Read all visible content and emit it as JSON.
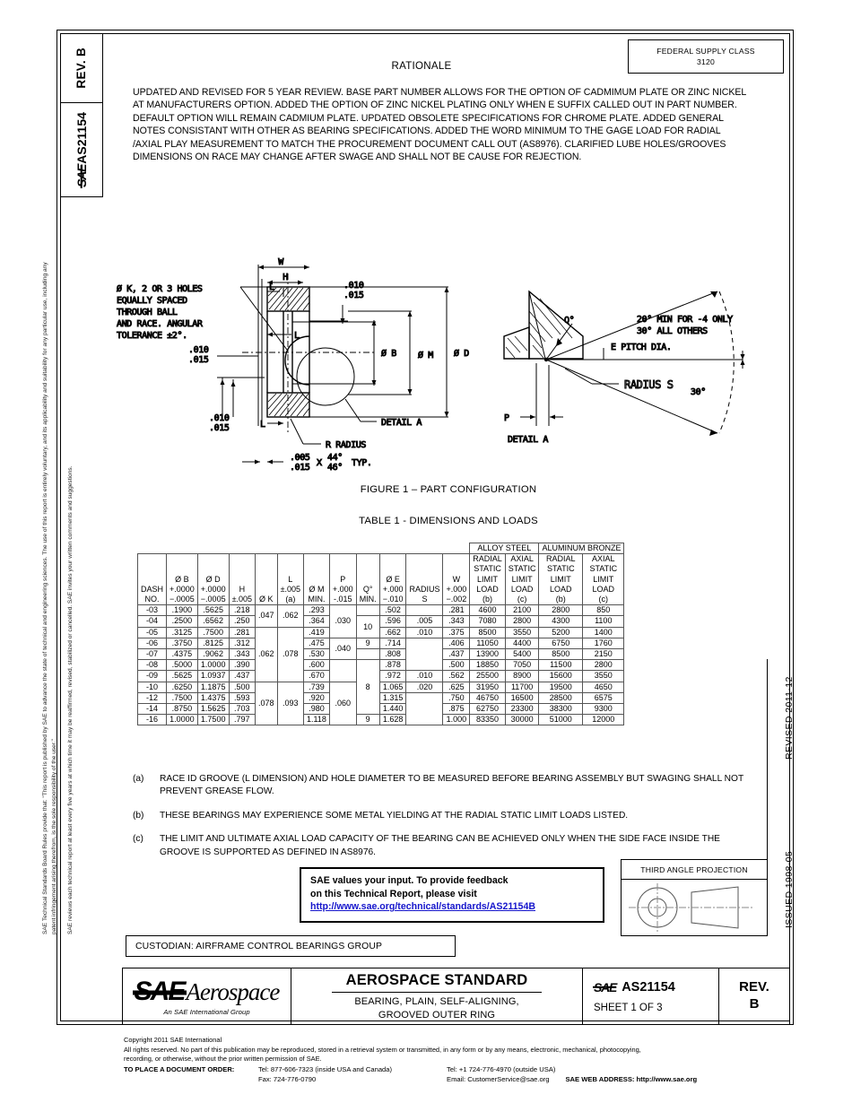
{
  "left_margin": {
    "legal_paragraphs": [
      "SAE Technical Standards Board Rules provide that: \"This report is published by SAE to advance the state of technical and engineering sciences. The use of this report is entirely voluntary, and its applicability and suitability for any particular use, including any patent infringement arising therefrom, is the sole responsibility of the user.\"",
      "SAE reviews each technical report at least every five years at which time it may be reaffirmed, revised, stabilized or cancelled. SAE invites your written comments and suggestions."
    ],
    "rev_label": "REV.",
    "rev_value": "B",
    "sae_mark": "SAE",
    "doc_number": "AS21154"
  },
  "right_margin": {
    "revised": "REVISED 2011-12",
    "issued": "ISSUED 1998-05"
  },
  "header": {
    "fsc_label": "FEDERAL SUPPLY CLASS",
    "fsc_value": "3120",
    "rationale_title": "RATIONALE",
    "rationale_text": "UPDATED AND REVISED FOR 5 YEAR REVIEW.  BASE PART NUMBER ALLOWS FOR THE OPTION OF CADMIMUM PLATE OR ZINC NICKEL AT MANUFACTURERS OPTION.  ADDED THE OPTION OF ZINC NICKEL PLATING ONLY WHEN E SUFFIX CALLED OUT IN PART NUMBER.  DEFAULT OPTION WILL REMAIN CADMIUM PLATE.  UPDATED OBSOLETE SPECIFICATIONS FOR CHROME PLATE.  ADDED GENERAL NOTES CONSISTANT WITH OTHER AS BEARING SPECIFICATIONS.  ADDED THE WORD MINIMUM TO THE GAGE LOAD FOR RADIAL /AXIAL PLAY MEASUREMENT TO MATCH THE PROCUREMENT DOCUMENT CALL OUT (AS8976).   CLARIFIED LUBE HOLES/GROOVES DIMENSIONS ON RACE MAY CHANGE AFTER SWAGE AND SHALL NOT BE CAUSE FOR REJECTION."
  },
  "drawing": {
    "note_k_holes": [
      "Ø K, 2 OR 3 HOLES",
      "EQUALLY SPACED",
      "THROUGH BALL",
      "AND RACE. ANGULAR",
      "TOLERANCE ±2°."
    ],
    "dim_w": "W",
    "dim_h": "H",
    "dim_l": "L",
    "dim_l2": "L",
    "dim_l3": "L",
    "tol_top": ".010",
    "tol_top2": ".015",
    "tol_left": ".010",
    "tol_left2": ".015",
    "tol_bottom": ".010",
    "tol_bottom2": ".015",
    "dim_b": "Ø B",
    "dim_m": "Ø M",
    "dim_d": "Ø D",
    "detail_a": "DETAIL A",
    "r_radius": "R RADIUS",
    "chamfer_1": ".005",
    "chamfer_2": ".015",
    "chamfer_x": "X",
    "chamfer_a1": "44°",
    "chamfer_a2": "46°",
    "chamfer_typ": "TYP.",
    "detail_q": "Q°",
    "detail_note1": "20° MIN FOR -4 ONLY",
    "detail_note2": "30° ALL OTHERS",
    "detail_pitch": "E PITCH DIA.",
    "detail_radius_s": "RADIUS S",
    "detail_30": "30°",
    "detail_p": "P",
    "detail_a_label": "DETAIL A"
  },
  "captions": {
    "figure": "FIGURE 1 – PART CONFIGURATION",
    "table": "TABLE 1 - DIMENSIONS AND LOADS"
  },
  "table": {
    "group_headers": [
      {
        "label": "ALLOY STEEL",
        "span": 2
      },
      {
        "label": "ALUMINUM BRONZE",
        "span": 2
      }
    ],
    "columns": [
      {
        "lines": [
          "DASH",
          "NO."
        ]
      },
      {
        "lines": [
          "Ø B",
          "+.0000",
          "−.0005"
        ]
      },
      {
        "lines": [
          "Ø D",
          "+.0000",
          "−.0005"
        ]
      },
      {
        "lines": [
          "H",
          "±.005"
        ]
      },
      {
        "lines": [
          "Ø K"
        ]
      },
      {
        "lines": [
          "L",
          "±.005",
          "(a)"
        ]
      },
      {
        "lines": [
          "Ø M",
          "MIN."
        ]
      },
      {
        "lines": [
          "P",
          "+.000",
          "-.015"
        ]
      },
      {
        "lines": [
          "Q°",
          "MIN."
        ]
      },
      {
        "lines": [
          "Ø E",
          "+.000",
          "−.010"
        ]
      },
      {
        "lines": [
          "RADIUS",
          "S"
        ]
      },
      {
        "lines": [
          "W",
          "+.000",
          "−.002"
        ]
      },
      {
        "lines": [
          "RADIAL",
          "STATIC",
          "LIMIT",
          "LOAD",
          "(b)"
        ]
      },
      {
        "lines": [
          "AXIAL",
          "STATIC",
          "LIMIT",
          "LOAD",
          "(c)"
        ]
      },
      {
        "lines": [
          "RADIAL",
          "STATIC",
          "LIMIT",
          "LOAD",
          "(b)"
        ]
      },
      {
        "lines": [
          "AXIAL",
          "STATIC",
          "LIMIT",
          "LOAD",
          "(c)"
        ]
      }
    ],
    "rows": [
      {
        "dash": "-03",
        "b": ".1900",
        "d": ".5625",
        "h": ".218",
        "m": ".293",
        "e": ".502",
        "w": ".281",
        "as_rad": "4600",
        "as_ax": "2100",
        "ab_rad": "2800",
        "ab_ax": "850"
      },
      {
        "dash": "-04",
        "b": ".2500",
        "d": ".6562",
        "h": ".250",
        "m": ".364",
        "e": ".596",
        "w": ".343",
        "as_rad": "7080",
        "as_ax": "2800",
        "ab_rad": "4300",
        "ab_ax": "1100"
      },
      {
        "dash": "-05",
        "b": ".3125",
        "d": ".7500",
        "h": ".281",
        "m": ".419",
        "e": ".662",
        "w": ".375",
        "as_rad": "8500",
        "as_ax": "3550",
        "ab_rad": "5200",
        "ab_ax": "1400"
      },
      {
        "dash": "-06",
        "b": ".3750",
        "d": ".8125",
        "h": ".312",
        "m": ".475",
        "e": ".714",
        "w": ".406",
        "as_rad": "11050",
        "as_ax": "4400",
        "ab_rad": "6750",
        "ab_ax": "1760"
      },
      {
        "dash": "-07",
        "b": ".4375",
        "d": ".9062",
        "h": ".343",
        "m": ".530",
        "e": ".808",
        "w": ".437",
        "as_rad": "13900",
        "as_ax": "5400",
        "ab_rad": "8500",
        "ab_ax": "2150"
      },
      {
        "dash": "-08",
        "b": ".5000",
        "d": "1.0000",
        "h": ".390",
        "m": ".600",
        "e": ".878",
        "w": ".500",
        "as_rad": "18850",
        "as_ax": "7050",
        "ab_rad": "11500",
        "ab_ax": "2800"
      },
      {
        "dash": "-09",
        "b": ".5625",
        "d": "1.0937",
        "h": ".437",
        "m": ".670",
        "e": ".972",
        "w": ".562",
        "as_rad": "25500",
        "as_ax": "8900",
        "ab_rad": "15600",
        "ab_ax": "3550"
      },
      {
        "dash": "-10",
        "b": ".6250",
        "d": "1.1875",
        "h": ".500",
        "m": ".739",
        "e": "1.065",
        "w": ".625",
        "as_rad": "31950",
        "as_ax": "11700",
        "ab_rad": "19500",
        "ab_ax": "4650"
      },
      {
        "dash": "-12",
        "b": ".7500",
        "d": "1.4375",
        "h": ".593",
        "m": ".920",
        "e": "1.315",
        "w": ".750",
        "as_rad": "46750",
        "as_ax": "16500",
        "ab_rad": "28500",
        "ab_ax": "6575"
      },
      {
        "dash": "-14",
        "b": ".8750",
        "d": "1.5625",
        "h": ".703",
        "m": ".980",
        "e": "1.440",
        "w": ".875",
        "as_rad": "62750",
        "as_ax": "23300",
        "ab_rad": "38300",
        "ab_ax": "9300"
      },
      {
        "dash": "-16",
        "b": "1.0000",
        "d": "1.7500",
        "h": ".797",
        "m": "1.118",
        "e": "1.628",
        "w": "1.000",
        "as_rad": "83350",
        "as_ax": "30000",
        "ab_rad": "51000",
        "ab_ax": "12000"
      }
    ],
    "merged": {
      "k": [
        {
          "value": ".047",
          "rows": 2
        },
        {
          "value": ".062",
          "rows": 5
        },
        {
          "value": ".078",
          "rows": 4
        }
      ],
      "l": [
        {
          "value": ".062",
          "rows": 2
        },
        {
          "value": ".078",
          "rows": 5
        },
        {
          "value": ".093",
          "rows": 4
        }
      ],
      "p": [
        {
          "value": ".030",
          "rows": 3
        },
        {
          "value": ".040",
          "rows": 2
        },
        {
          "value": "",
          "rows": 2
        },
        {
          "value": ".060",
          "rows": 4
        }
      ],
      "q": [
        {
          "value": "",
          "rows": 1
        },
        {
          "value": "10",
          "rows": 2
        },
        {
          "value": "9",
          "rows": 1
        },
        {
          "value": "",
          "rows": 1
        },
        {
          "value": "8",
          "rows": 5
        },
        {
          "value": "9",
          "rows": 1
        }
      ],
      "s": [
        {
          "value": "",
          "rows": 1
        },
        {
          "value": ".005",
          "rows": 1
        },
        {
          "value": ".010",
          "rows": 1
        },
        {
          "value": "",
          "rows": 3
        },
        {
          "value": ".010",
          "rows": 1
        },
        {
          "value": ".020",
          "rows": 1
        },
        {
          "value": "",
          "rows": 3
        }
      ]
    }
  },
  "notes": [
    {
      "label": "(a)",
      "text": "RACE ID GROOVE (L DIMENSION) AND HOLE DIAMETER TO BE MEASURED BEFORE BEARING ASSEMBLY BUT SWAGING SHALL NOT PREVENT GREASE FLOW."
    },
    {
      "label": "(b)",
      "text": "THESE BEARINGS MAY EXPERIENCE SOME METAL YIELDING AT THE RADIAL STATIC LIMIT LOADS LISTED."
    },
    {
      "label": "(c)",
      "text": "THE LIMIT AND ULTIMATE AXIAL LOAD CAPACITY OF THE BEARING CAN BE ACHIEVED ONLY WHEN THE SIDE FACE INSIDE THE GROOVE IS SUPPORTED AS DEFINED IN AS8976."
    }
  ],
  "feedback": {
    "line1": "SAE values your input. To provide feedback",
    "line2": "on this Technical Report, please visit",
    "link": "http://www.sae.org/technical/standards/AS21154B",
    "link_color": "#1515cc"
  },
  "third_angle": {
    "title": "THIRD ANGLE PROJECTION"
  },
  "custodian": {
    "text": "CUSTODIAN:  AIRFRAME CONTROL BEARINGS GROUP"
  },
  "title_block": {
    "logo_sae": "SAE",
    "logo_aerospace": "Aerospace",
    "logo_sub": "An SAE International Group",
    "standard_title": "AEROSPACE STANDARD",
    "desc_line1": "BEARING, PLAIN, SELF-ALIGNING,",
    "desc_line2": "GROOVED OUTER RING",
    "sae_mark": "SAE",
    "doc_number": "AS21154",
    "sheet": "SHEET 1 OF 3",
    "rev_label": "REV.",
    "rev_value": "B"
  },
  "copyright": {
    "line1": "Copyright 2011 SAE International",
    "line2": "All rights reserved. No part of this publication may be reproduced, stored in a retrieval system or transmitted, in any form or by any means, electronic, mechanical, photocopying,",
    "line3": "recording, or otherwise, without the prior written permission of SAE.",
    "order_label": "TO PLACE A DOCUMENT ORDER:",
    "tel_inside": "Tel: 877-606-7323 (inside USA and Canada)",
    "fax": "Fax: 724-776-0790",
    "tel_outside": "Tel: +1 724-776-4970 (outside USA)",
    "email": "Email: CustomerService@sae.org",
    "web": "SAE WEB ADDRESS: http://www.sae.org"
  }
}
